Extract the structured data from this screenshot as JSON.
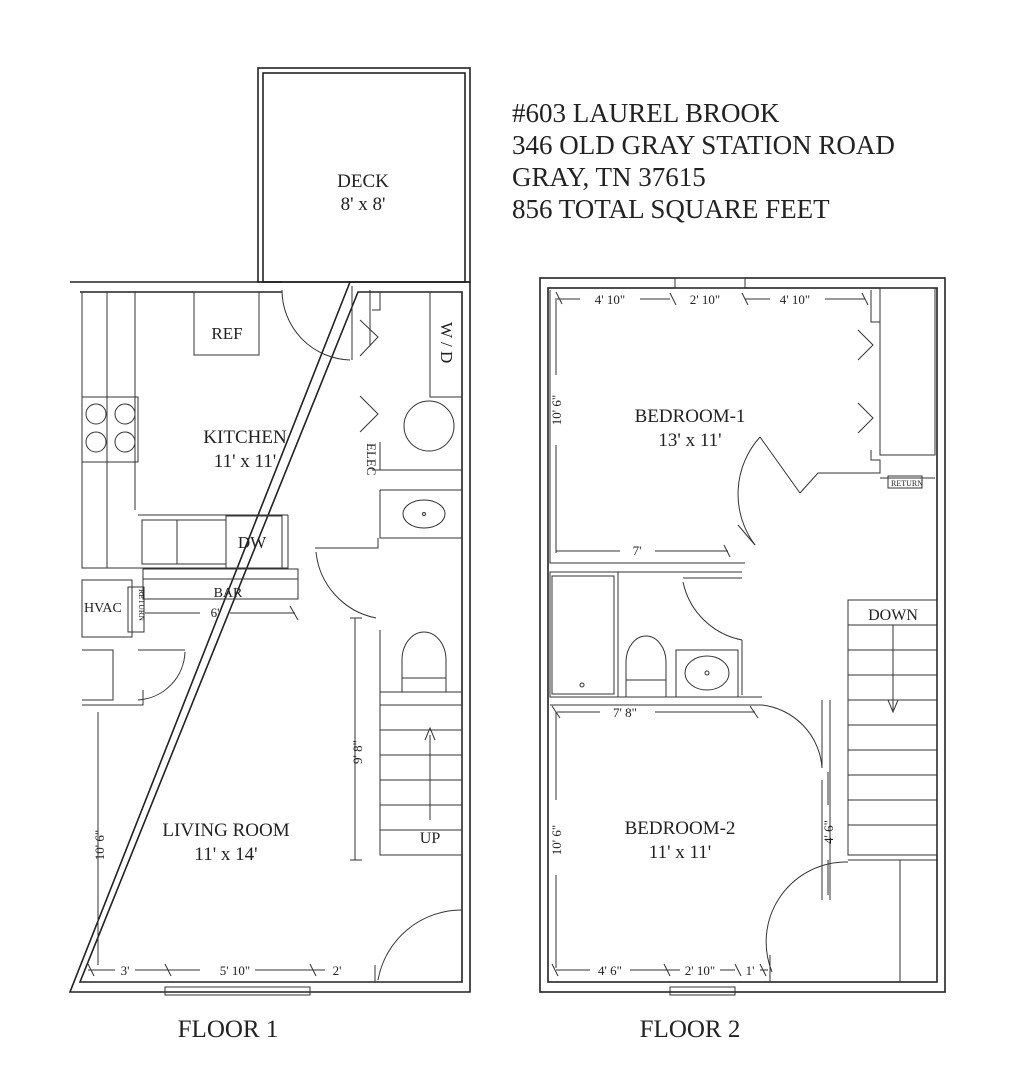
{
  "title": {
    "lines": [
      "#603 LAUREL BROOK",
      "346 OLD GRAY STATION ROAD",
      "GRAY, TN 37615",
      "856 TOTAL SQUARE FEET"
    ]
  },
  "floor1": {
    "label": "FLOOR 1",
    "deck": {
      "name": "DECK",
      "size": "8' x 8'"
    },
    "kitchen": {
      "name": "KITCHEN",
      "size": "11' x 11'"
    },
    "living": {
      "name": "LIVING ROOM",
      "size": "11' x 14'"
    },
    "fixtures": {
      "ref": "REF",
      "wd": "W / D",
      "elec": "ELEC",
      "dw": "DW",
      "bar": "BAR",
      "hvac": "HVAC",
      "return": "RETURN",
      "up": "UP"
    },
    "dims": {
      "bar_width": "6'",
      "stair_len": "9' 8\"",
      "left_wall": "10' 6\"",
      "bottom_a": "3'",
      "bottom_b": "5' 10\"",
      "bottom_c": "2'"
    }
  },
  "floor2": {
    "label": "FLOOR 2",
    "bedroom1": {
      "name": "BEDROOM-1",
      "size": "13' x 11'"
    },
    "bedroom2": {
      "name": "BEDROOM-2",
      "size": "11' x 11'"
    },
    "fixtures": {
      "return": "RETURN",
      "down": "DOWN"
    },
    "dims": {
      "top_a": "4' 10\"",
      "top_b": "2' 10\"",
      "top_c": "4' 10\"",
      "b1_left": "10' 6\"",
      "b1_bottom": "7'",
      "b2_top": "7' 8\"",
      "b2_left": "10' 6\"",
      "b2_right": "4' 6\"",
      "bottom_a": "4' 6\"",
      "bottom_b": "2' 10\"",
      "bottom_c": "1'"
    }
  }
}
